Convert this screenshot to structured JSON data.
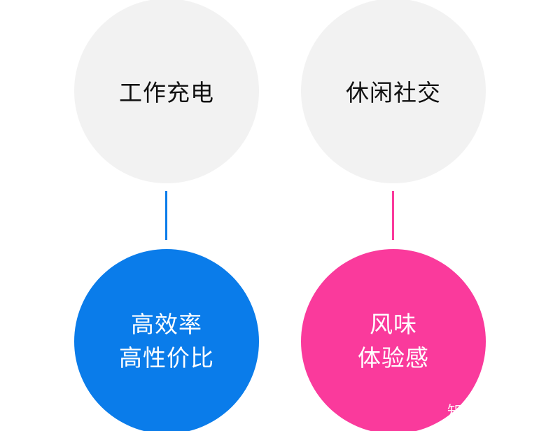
{
  "top_nodes": {
    "left": {
      "label": "工作充电"
    },
    "right": {
      "label": "休闲社交"
    }
  },
  "bottom_nodes": {
    "left": {
      "line1": "高效率",
      "line2": "高性价比"
    },
    "right": {
      "line1": "风味",
      "line2": "体验感"
    }
  },
  "watermark": "知乎 @inDare",
  "colors": {
    "top_fill": "#f2f2f2",
    "left_accent": "#0a7cea",
    "right_accent": "#fa3a9c"
  }
}
